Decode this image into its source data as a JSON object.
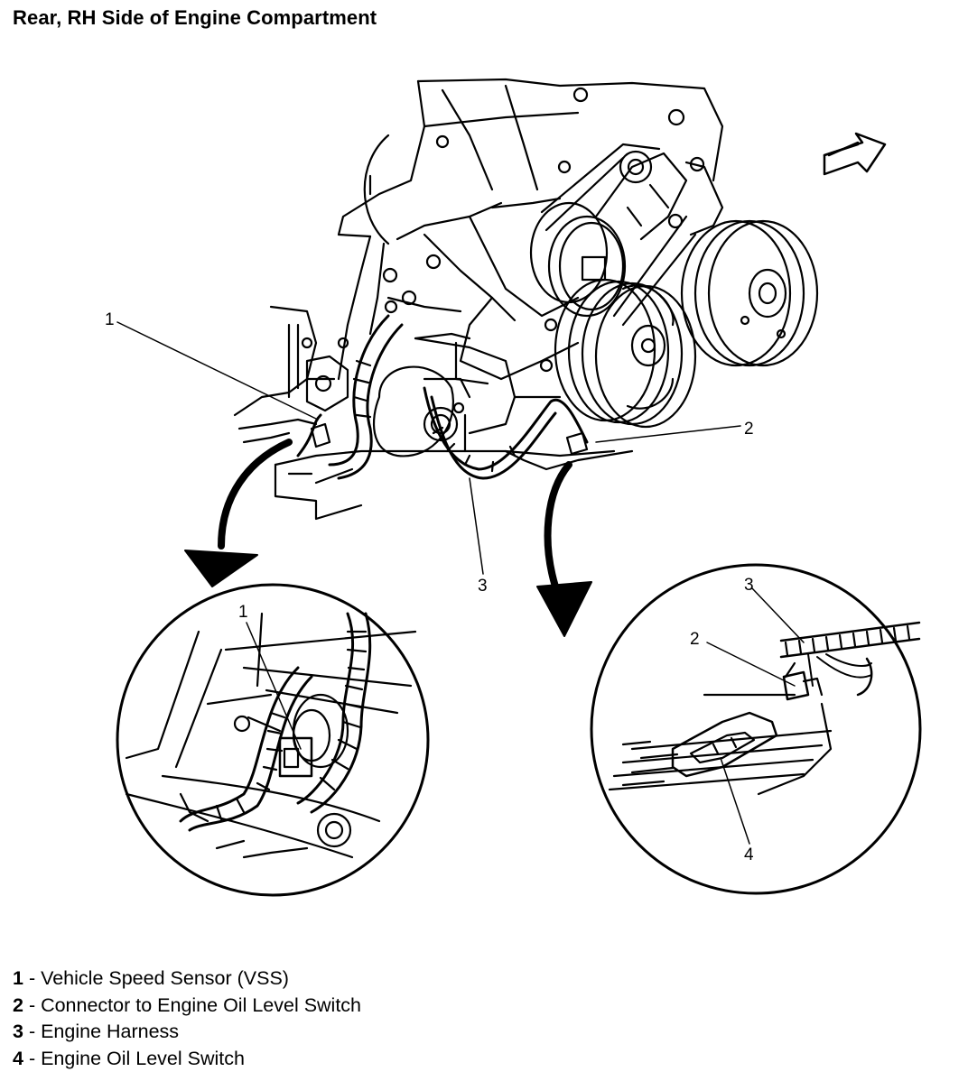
{
  "title": "Rear, RH Side of Engine Compartment",
  "callouts": {
    "main": [
      "1",
      "2",
      "3"
    ],
    "left_detail": [
      "1"
    ],
    "right_detail": [
      "3",
      "2",
      "4"
    ]
  },
  "legend": [
    {
      "num": "1",
      "text": " - Vehicle Speed Sensor (VSS)"
    },
    {
      "num": "2",
      "text": " - Connector to Engine Oil Level Switch"
    },
    {
      "num": "3",
      "text": " - Engine Harness"
    },
    {
      "num": "4",
      "text": " - Engine Oil Level Switch"
    }
  ],
  "colors": {
    "line": "#000000",
    "background": "#ffffff"
  }
}
